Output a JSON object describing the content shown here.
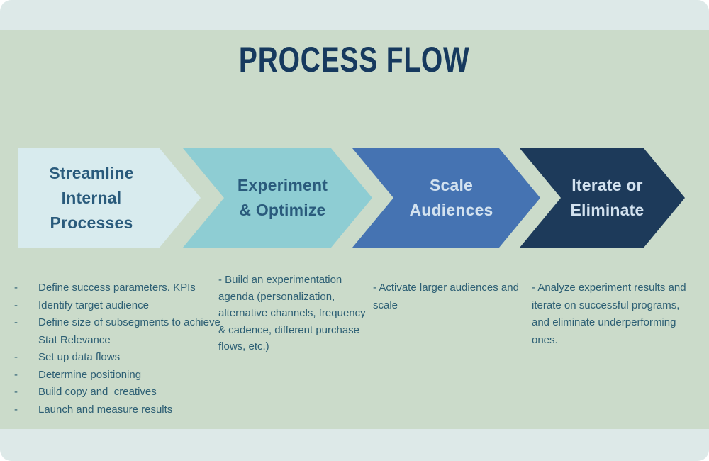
{
  "title": "PROCESS FLOW",
  "bullet_marker": "-",
  "steps": [
    {
      "line1": "Streamline",
      "line2": "Internal Processes",
      "fill": "#d8ebee",
      "text_color": "#2a5b7c"
    },
    {
      "line1": "Experiment",
      "line2": "& Optimize",
      "fill": "#8ecdd3",
      "text_color": "#2a5b7c"
    },
    {
      "line1": "Scale",
      "line2": "Audiences",
      "fill": "#4573b2",
      "text_color": "#d3e2ef"
    },
    {
      "line1": "Iterate or",
      "line2": "Eliminate",
      "fill": "#1d3a5a",
      "text_color": "#d3e2ef"
    }
  ],
  "details": {
    "streamline_bullets": [
      "Define success parameters. KPIs",
      "Identify target audience",
      "Define size of subsegments to achieve Stat Relevance",
      "Set up data flows",
      "Determine positioning",
      "Build copy and  creatives",
      "Launch and measure results"
    ],
    "experiment_note": "- Build an experimentation agenda (personalization, alternative channels, frequency & cadence, different purchase flows, etc.)",
    "scale_note": "- Activate larger audiences and scale",
    "iterate_note": "- Analyze experiment results and iterate on successful programs, and eliminate underperforming ones."
  },
  "colors": {
    "card_background": "#dde9e8",
    "panel_background": "#cbdbca",
    "title_color": "#16395e",
    "body_text_color": "#2d5f74"
  }
}
